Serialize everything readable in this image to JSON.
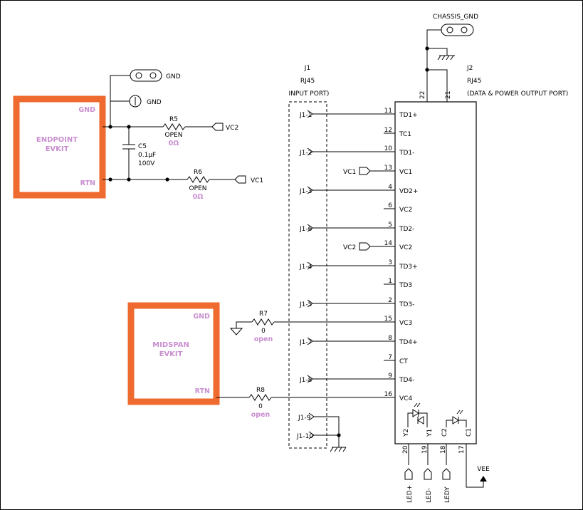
{
  "endpoint": {
    "title_line1": "ENDPOINT",
    "title_line2": "EVKIT",
    "gnd": "GND",
    "rtn": "RTN"
  },
  "midspan": {
    "title_line1": "MIDSPAN",
    "title_line2": "EVKIT",
    "gnd": "GND",
    "rtn": "RTN"
  },
  "top_left": {
    "gnd_tab": "GND",
    "gnd_circle": "GND"
  },
  "r5": {
    "ref": "R5",
    "value": "OPEN",
    "alt": "0Ω",
    "net": "VC2"
  },
  "c5": {
    "ref": "C5",
    "value": "0.1μF",
    "voltage": "100V"
  },
  "r6": {
    "ref": "R6",
    "value": "OPEN",
    "alt": "0Ω",
    "net": "VC1"
  },
  "r7": {
    "ref": "R7",
    "value": "0",
    "alt": "open"
  },
  "r8": {
    "ref": "R8",
    "value": "0",
    "alt": "open"
  },
  "j1": {
    "ref": "J1",
    "type": "RJ45",
    "desc": "INPUT PORT)",
    "pins": [
      "J1-1",
      "J1-2",
      "J1-3",
      "J1-6",
      "J1-4",
      "J1-5",
      "J1-7",
      "J1-8",
      "J1-9",
      "J1-10"
    ]
  },
  "j2": {
    "ref": "J2",
    "type": "RJ45",
    "desc": "(DATA & POWER OUTPUT PORT)",
    "chassis": "CHASSIS_GND",
    "top_pins": [
      "22",
      "21"
    ],
    "rows": [
      {
        "num": "11",
        "name": "TD1+"
      },
      {
        "num": "12",
        "name": "TC1"
      },
      {
        "num": "10",
        "name": "TD1-"
      },
      {
        "num": "13",
        "name": "VC1"
      },
      {
        "num": "4",
        "name": "VD2+"
      },
      {
        "num": "6",
        "name": "VC2"
      },
      {
        "num": "5",
        "name": "TD2-"
      },
      {
        "num": "14",
        "name": "VC2"
      },
      {
        "num": "3",
        "name": "TD3+"
      },
      {
        "num": "1",
        "name": "TD3"
      },
      {
        "num": "2",
        "name": "TD3-"
      },
      {
        "num": "15",
        "name": "VC3"
      },
      {
        "num": "8",
        "name": "TD4+"
      },
      {
        "num": "7",
        "name": "CT"
      },
      {
        "num": "9",
        "name": "TD4-"
      },
      {
        "num": "16",
        "name": "VC4"
      }
    ],
    "vc1_tag": "VC1",
    "vc2_tag": "VC2",
    "bottom_pins": [
      "20",
      "19",
      "18",
      "17"
    ],
    "led_labels": [
      "Y2",
      "Y1",
      "C2",
      "C1"
    ],
    "bottom_nets": [
      "LED+",
      "LED-",
      "LEDY",
      "VEE"
    ]
  }
}
